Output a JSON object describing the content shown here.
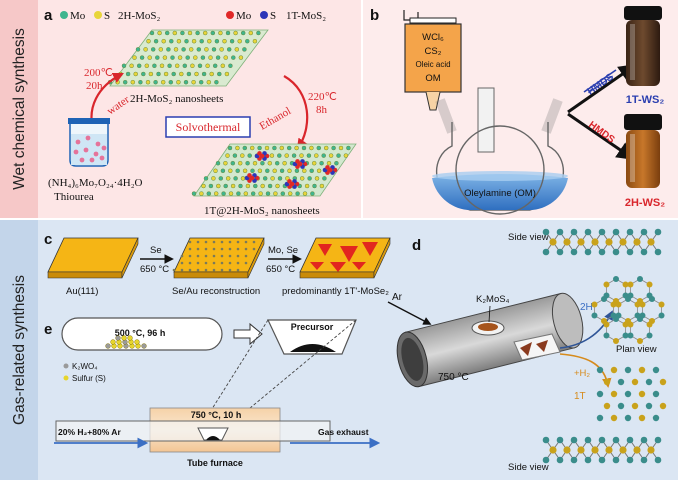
{
  "left_labels": {
    "wet": "Wet chemical synthesis",
    "gas": "Gas-related synthesis"
  },
  "panel_a": {
    "letter": "a",
    "legend_2h": [
      "Mo",
      "S",
      "2H-MoS₂"
    ],
    "legend_1t": [
      "Mo",
      "S",
      "1T-MoS₂"
    ],
    "cond_left": [
      "200℃",
      "20h"
    ],
    "cond_right": [
      "220℃",
      "8h"
    ],
    "water": "water",
    "ethanol": "Ethanol",
    "solvothermal": "Solvothermal",
    "sheet_2h": "2H-MoS₂ nanosheets",
    "sheet_1t": "1T@2H-MoS₂ nanosheets",
    "reagent1": "(NH₄)₆Mo₇O₂₄·4H₂O",
    "reagent2": "Thiourea"
  },
  "panel_b": {
    "letter": "b",
    "syringe": [
      "WCl₆",
      "CS₂",
      "Oleic acid",
      "OM"
    ],
    "flask": "Oleylamine (OM)",
    "hmds_crossed": "HMDS",
    "hmds": "HMDS",
    "product_1t": "1T-WS₂",
    "product_2h": "2H-WS₂"
  },
  "panel_c": {
    "letter": "c",
    "step1": [
      "Se",
      "650 °C"
    ],
    "step2": [
      "Mo, Se",
      "650 °C"
    ],
    "label1": "Au(111)",
    "label2": "Se/Au reconstruction",
    "label3": "predominantly 1T'-MoSe₂"
  },
  "panel_d": {
    "letter": "d",
    "ar": "Ar",
    "precursor": "K₂MoS₄",
    "temp": "750 °C",
    "phase_2h": "2H",
    "h2": "+H₂",
    "phase_1t": "1T",
    "side_view_top": "Side view",
    "plan_view": "Plan view",
    "side_view_bottom": "Side view"
  },
  "panel_e": {
    "letter": "e",
    "boat_cond": "500 °C, 96 h",
    "legend": [
      "K₂WO₄",
      "Sulfur (S)"
    ],
    "precursor": "Precursor",
    "furnace_cond": "750 °C, 10 h",
    "gas_in": "20% H₂+80% Ar",
    "gas_out": "Gas exhaust",
    "furnace": "Tube furnace"
  },
  "colors": {
    "wet_bg": "#fbe3e3",
    "gas_bg": "#dce7f3",
    "left_bar_top": "#f7cccc",
    "left_bar_bottom": "#c6d7ea",
    "red": "#d9262c",
    "blue": "#2b3fb0",
    "gold": "#f6b81f",
    "teal": "#3a8d8b"
  }
}
